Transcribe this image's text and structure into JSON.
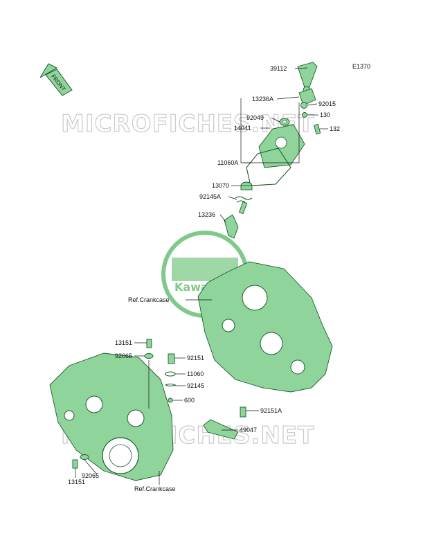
{
  "diagram_code": "E1370",
  "front_label": "FRONT",
  "watermark_text": "MICROFICHES.NET",
  "logo_text": "Kawasaki",
  "colors": {
    "part_ink": "#1a5c2a",
    "part_fill": "#8fd49a",
    "watermark": "#c9c9c9",
    "logo": "#7fc98a"
  },
  "parts": [
    {
      "id": "39112",
      "label": "39112"
    },
    {
      "id": "13236A",
      "label": "13236A"
    },
    {
      "id": "92015",
      "label": "92015"
    },
    {
      "id": "130",
      "label": "130"
    },
    {
      "id": "92049",
      "label": "92049"
    },
    {
      "id": "14041",
      "label": "14041"
    },
    {
      "id": "132",
      "label": "132"
    },
    {
      "id": "11060A",
      "label": "11060A"
    },
    {
      "id": "13070",
      "label": "13070"
    },
    {
      "id": "92145A",
      "label": "92145A"
    },
    {
      "id": "13236",
      "label": "13236"
    },
    {
      "id": "ref-crankcase-1",
      "label": "Ref.Crankcase"
    },
    {
      "id": "13151-top",
      "label": "13151"
    },
    {
      "id": "92065-top",
      "label": "92065"
    },
    {
      "id": "92151",
      "label": "92151"
    },
    {
      "id": "11060",
      "label": "11060"
    },
    {
      "id": "92145",
      "label": "92145"
    },
    {
      "id": "600",
      "label": "600"
    },
    {
      "id": "92151A",
      "label": "92151A"
    },
    {
      "id": "49047",
      "label": "49047"
    },
    {
      "id": "92065-bottom",
      "label": "92065"
    },
    {
      "id": "13151-bottom",
      "label": "13151"
    },
    {
      "id": "ref-crankcase-2",
      "label": "Ref.Crankcase"
    }
  ]
}
